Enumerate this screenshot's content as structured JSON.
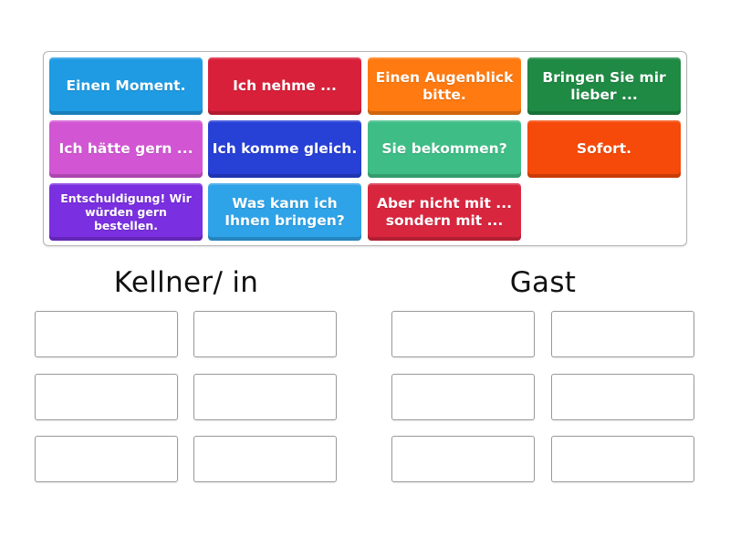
{
  "tile_bank": {
    "tiles": [
      {
        "label": "Einen Moment.",
        "color": "#1f9be3"
      },
      {
        "label": "Ich nehme ...",
        "color": "#d9203a"
      },
      {
        "label": "Einen Augenblick bitte.",
        "color": "#ff7a10"
      },
      {
        "label": "Bringen Sie mir lieber ...",
        "color": "#1f8a44"
      },
      {
        "label": "Ich hätte gern ...",
        "color": "#d256d4"
      },
      {
        "label": "Ich komme gleich.",
        "color": "#2740d6"
      },
      {
        "label": "Sie bekommen?",
        "color": "#3fbd86"
      },
      {
        "label": "Sofort.",
        "color": "#f54a0a"
      },
      {
        "label": "Entschuldigung! Wir würden gern bestellen.",
        "color": "#7a2fe0"
      },
      {
        "label": "Was kann ich Ihnen bringen?",
        "color": "#2fa3e8"
      },
      {
        "label": "Aber nicht mit ... sondern mit ...",
        "color": "#d9263f"
      }
    ]
  },
  "groups": [
    {
      "title": "Kellner/ in",
      "slots": 6
    },
    {
      "title": "Gast",
      "slots": 6
    }
  ]
}
